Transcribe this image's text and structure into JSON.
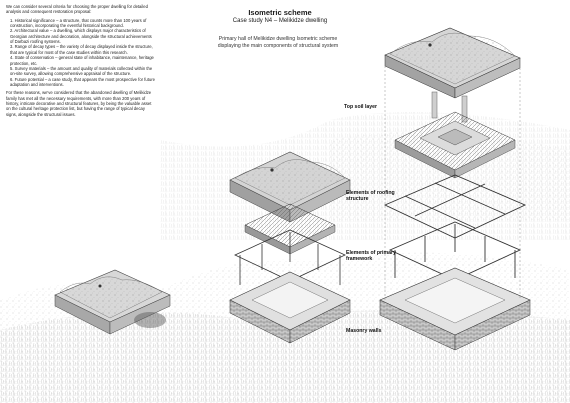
{
  "intro": {
    "lead": "We can consider several criteria for choosing the proper dwelling for detailed analysis and consequent restoration proposal:",
    "criteria": [
      "1. Historical significance – a structure, that counts more than 100 years of construction, incorporating the eventful historical background.",
      "2. Architectural value – a dwelling, which displays major characteristics of Georgian architecture and decoration, alongside the structural achievements of Darbazi roofing systems.",
      "3. Range of decay types – the variety of decay displayed inside the structure, that are typical for most of the case studies within this research.",
      "4. State of conservation – general state of inhabitance, maintenance, heritage protection, etc.",
      "5. Survey materials – the amount and quality of materials collected within the on-site survey, allowing comprehensive appraisal of the structure.",
      "6. Future potential – a case study, that appears the most prospective for future adaptation and interventions."
    ],
    "conclusion": "For these reasons, we've considered that the abandoned dwelling of Melikidze family has met all the necessary requirements, with more than 200 years of history, intricate decorative and structural features, by being the valuable asset on the cultural heritage protection list, but having the range of typical decay signs, alongside the structural issues."
  },
  "header": {
    "title": "Isometric scheme",
    "case_study": "Case study N4 – Melikidze dwelling"
  },
  "subtitle": "Primary hall of Melikidze dwelling Isometric scheme displaying the main components of structural system",
  "labels": {
    "top_soil": "Top soil layer",
    "roofing": "Elements of roofing structure",
    "framework": "Elements of primary framework",
    "masonry": "Masonry walls"
  },
  "colors": {
    "ink": "#2a2a2a",
    "soil": "#bdbdbd",
    "wall": "#9a9a9a"
  }
}
